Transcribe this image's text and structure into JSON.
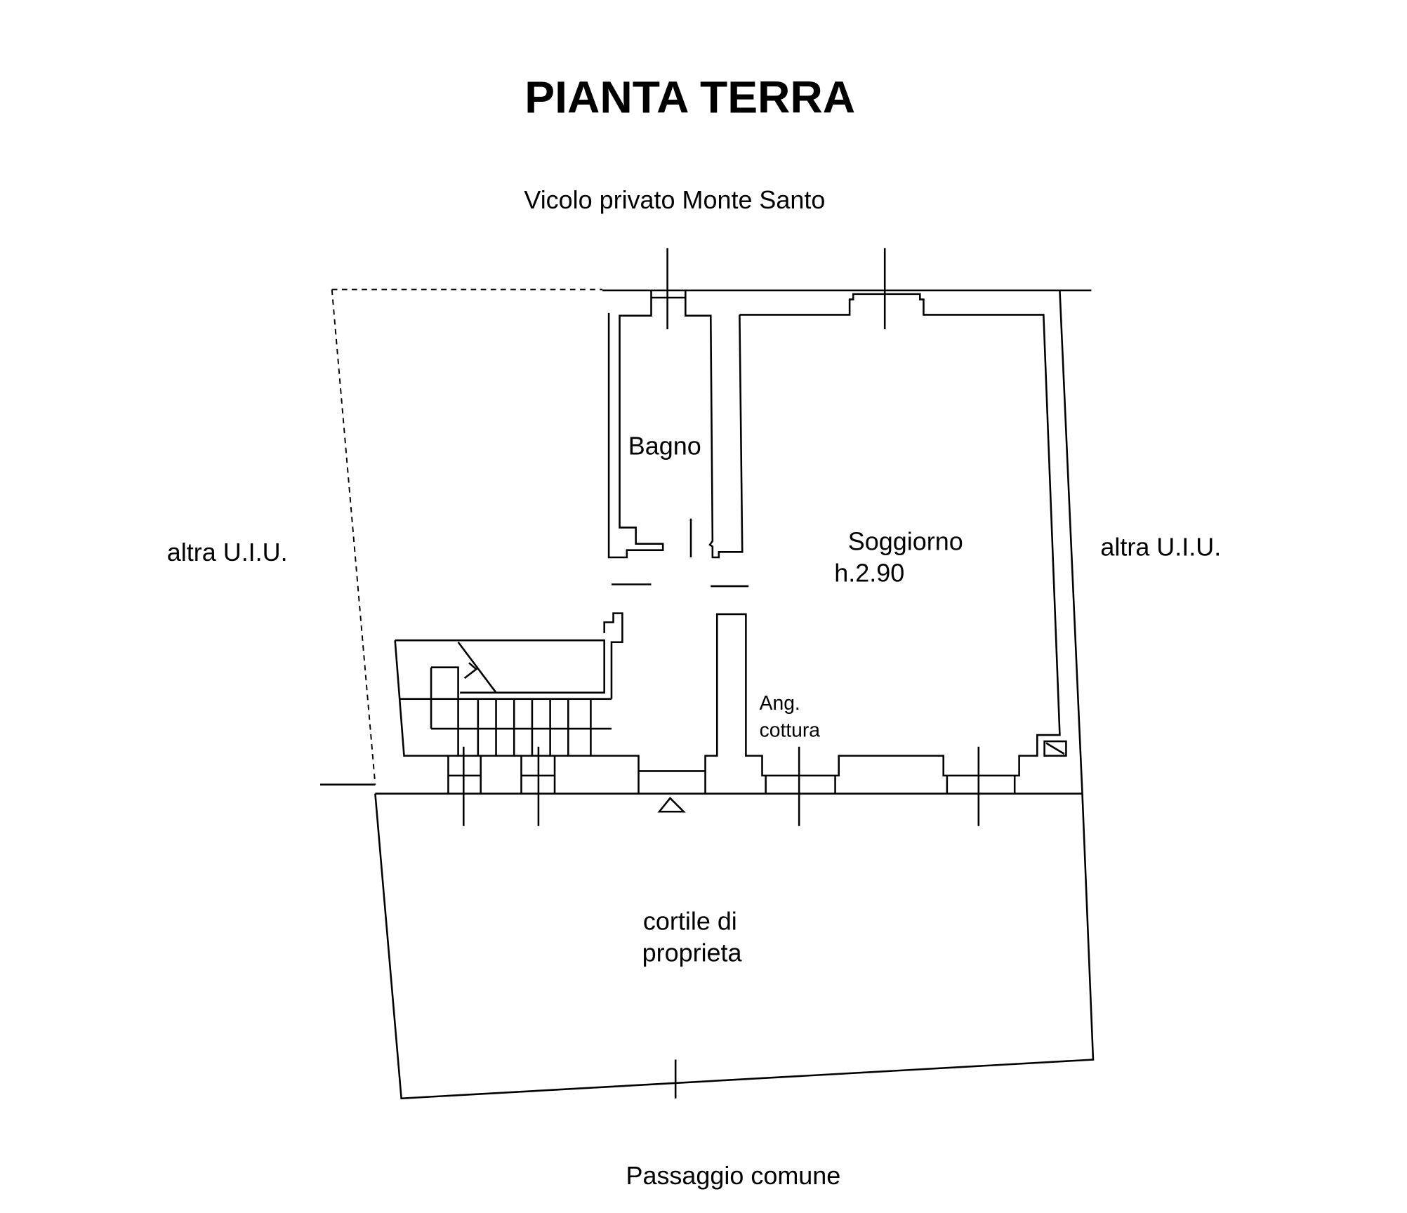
{
  "title": "PIANTA TERRA",
  "labels": {
    "north_street": "Vicolo privato Monte Santo",
    "south_street": "Passaggio comune",
    "left_neighbor": "altra U.I.U.",
    "right_neighbor": "altra U.I.U.",
    "bathroom": "Bagno",
    "living_room": "Soggiorno",
    "living_room_height": "h.2.90",
    "kitchen_line1": "Ang.",
    "kitchen_line2": "cottura",
    "courtyard_line1": "cortile di",
    "courtyard_line2": "proprieta"
  },
  "colors": {
    "ink": "#000000",
    "background": "#ffffff"
  }
}
